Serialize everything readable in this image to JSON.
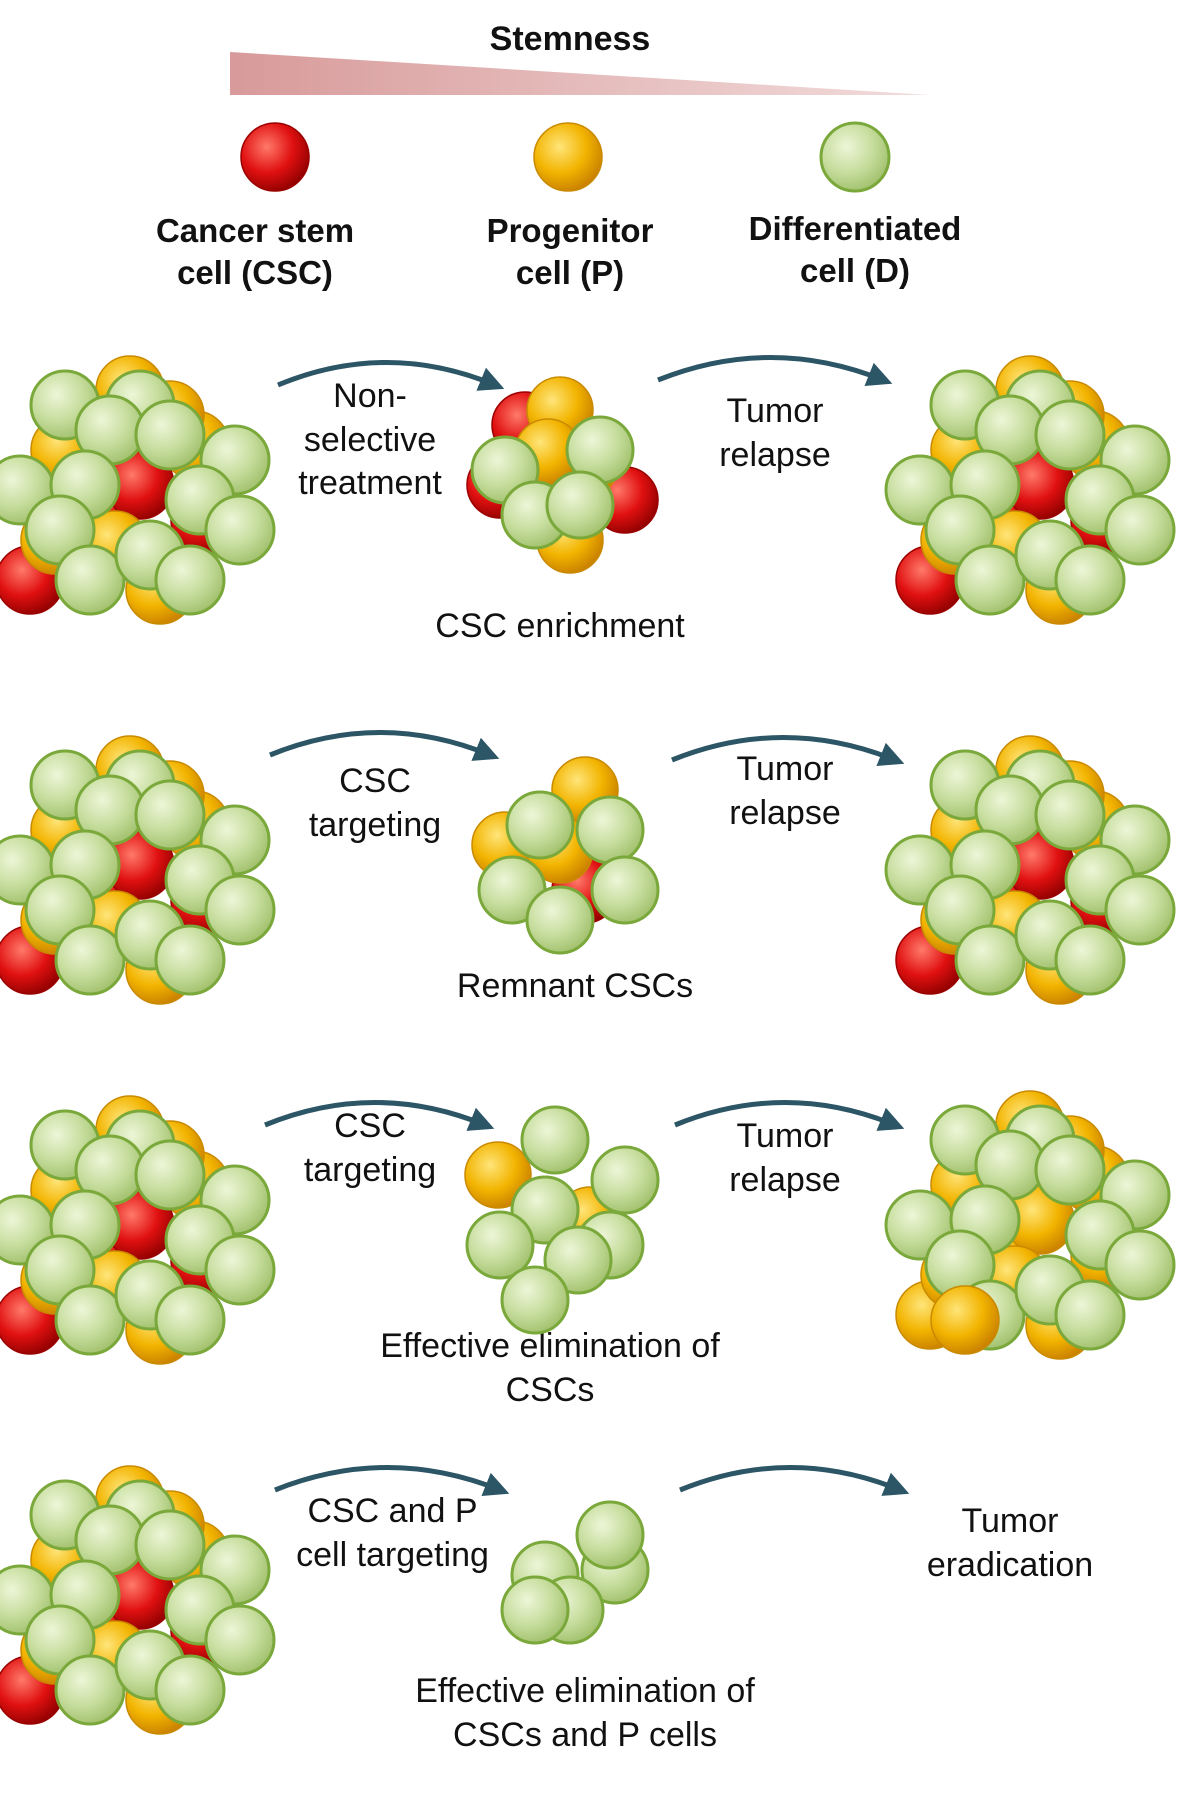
{
  "legend": {
    "title": "Stemness",
    "items": [
      {
        "label": "Cancer stem\ncell (CSC)",
        "color": "#e01010"
      },
      {
        "label": "Progenitor\ncell (P)",
        "color": "#f2b400"
      },
      {
        "label": "Differentiated\ncell (D)",
        "color": "#c6dd9d"
      }
    ]
  },
  "colors": {
    "csc": "#e01010",
    "progenitor": "#f2b400",
    "differentiated": "#c6dd9d",
    "differentiated_edge": "#7aa83a",
    "arrow": "#2c5566",
    "stemness_wedge": "#d89a9a"
  },
  "rows": [
    {
      "step1": "Non-\nselective\ntreatment",
      "step2": "Tumor\nrelapse",
      "caption": "CSC enrichment"
    },
    {
      "step1": "CSC\ntargeting",
      "step2": "Tumor\nrelapse",
      "caption": "Remnant CSCs"
    },
    {
      "step1": "CSC\ntargeting",
      "step2": "Tumor\nrelapse",
      "caption": "Effective elimination of\nCSCs"
    },
    {
      "step1": "CSC and P\ncell targeting",
      "step2": "",
      "caption": "Effective elimination of\nCSCs and P cells",
      "outcome": "Tumor\neradication"
    }
  ]
}
